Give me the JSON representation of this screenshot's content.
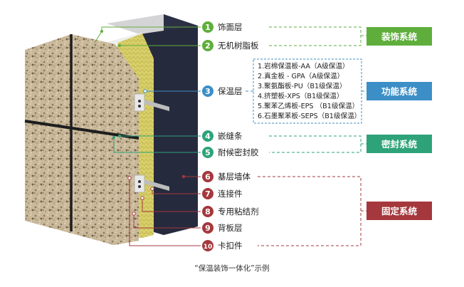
{
  "layers": [
    {
      "num": "1",
      "label": "饰面层",
      "color": "#5fae3c"
    },
    {
      "num": "2",
      "label": "无机树脂板",
      "color": "#5fae3c"
    },
    {
      "num": "3",
      "label": "保温层",
      "color": "#3c8fc6"
    },
    {
      "num": "4",
      "label": "嵌缝条",
      "color": "#2ea37a"
    },
    {
      "num": "5",
      "label": "耐候密封胶",
      "color": "#2ea37a"
    },
    {
      "num": "6",
      "label": "基层墙体",
      "color": "#a5383d"
    },
    {
      "num": "7",
      "label": "连接件",
      "color": "#a5383d"
    },
    {
      "num": "8",
      "label": "专用粘结剂",
      "color": "#a5383d"
    },
    {
      "num": "9",
      "label": "背板层",
      "color": "#a5383d"
    },
    {
      "num": "10",
      "label": "卡扣件",
      "color": "#a5383d"
    }
  ],
  "systems": [
    {
      "label": "装饰系统",
      "color": "#5fae3c"
    },
    {
      "label": "功能系统",
      "color": "#3c8fc6"
    },
    {
      "label": "密封系统",
      "color": "#2ea37a"
    },
    {
      "label": "固定系统",
      "color": "#a5383d"
    }
  ],
  "insulation_list": [
    "1.岩棉保温板-AA（A级保温）",
    "2.真金板 - GPA（A级保温）",
    "3.聚氨酯板-PU（B1级保温）",
    "4.挤塑板-XPS（B1级保温）",
    "5.聚苯乙烯板-EPS （B1级保温）",
    "6.石墨聚苯板-SEPS（B1级保温）"
  ],
  "caption": "“保温装饰一体化”示例"
}
